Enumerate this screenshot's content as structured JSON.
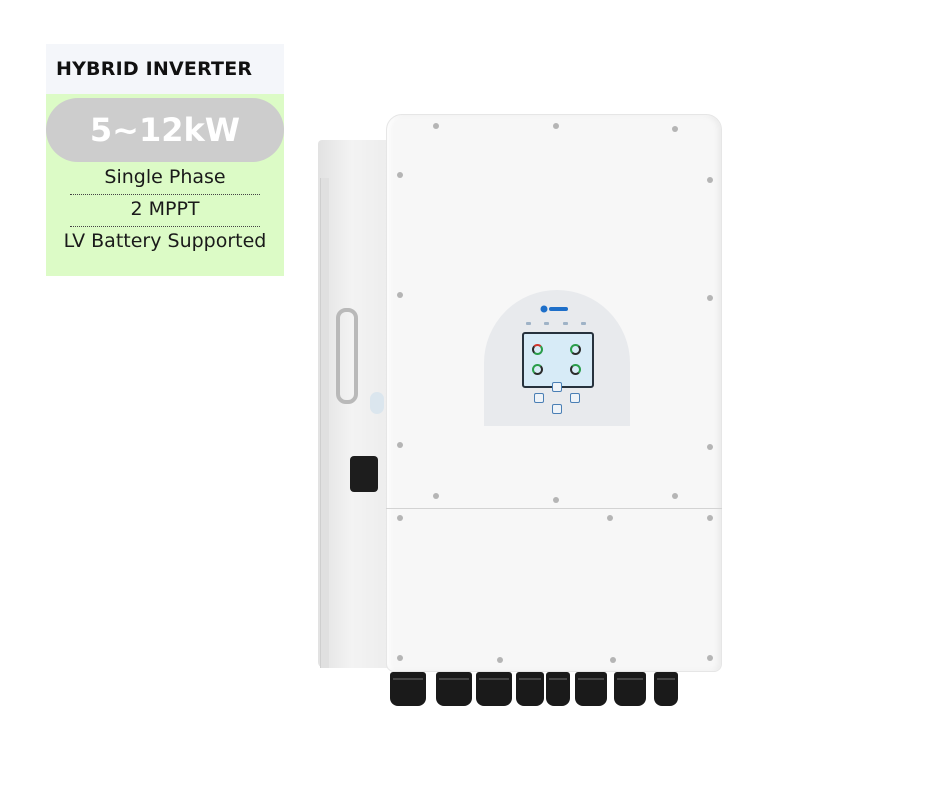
{
  "spec_card": {
    "title": "HYBRID INVERTER",
    "power_range": "5~12kW",
    "lines": [
      "Single Phase",
      "2 MPPT",
      "LV Battery Supported"
    ],
    "colors": {
      "card_background": "#dcfbc6",
      "title_background": "#f4f6fa",
      "pill_background": "#cdcdcd",
      "pill_text": "#ffffff"
    }
  },
  "product_image": {
    "icons": [
      "inverter-image",
      "brand-logo-icon",
      "lcd-screen-icon",
      "dc-switch-icon",
      "cable-gland-icon"
    ]
  }
}
